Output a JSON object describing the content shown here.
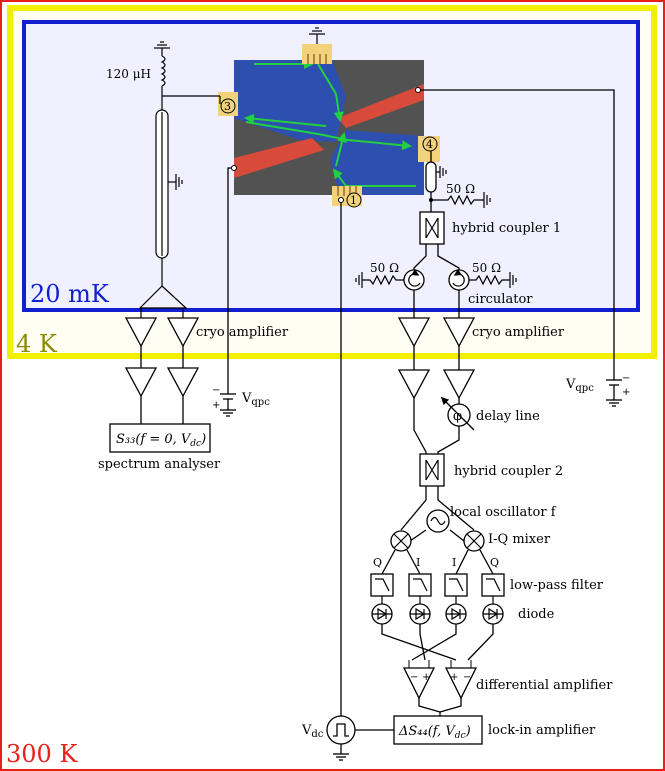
{
  "zones": {
    "mK": "20 mK",
    "fourK": "4 K",
    "room": "300 K"
  },
  "colors": {
    "room_frame": "#e8201a",
    "fourK_frame": "#f2f000",
    "mK_frame": "#1020d0",
    "fourK_text": "#8a8a00",
    "device_blue": "#2d4fb0",
    "gate_red": "#d84a3a",
    "edge_green": "#22d040",
    "pad_yellow": "#f2d27a"
  },
  "labels": {
    "inductor": "120 μH",
    "port1": "1",
    "port3": "3",
    "port4": "4",
    "r50_top": "50 Ω",
    "r50_left": "50 Ω",
    "r50_right": "50 Ω",
    "hybrid1": "hybrid coupler 1",
    "circulator": "circulator",
    "cryo_amp_left": "cryo amplifier",
    "cryo_amp_right": "cryo amplifier",
    "vqpc_left": "V",
    "vqpc_left_sub": "qpc",
    "vqpc_right": "V",
    "vqpc_right_sub": "qpc",
    "spectrum_box": "S₃₃(f = 0, V",
    "spectrum_box_sub": "dc",
    "spectrum_box_end": ")",
    "spectrum": "spectrum analyser",
    "delay": "delay line",
    "hybrid2": "hybrid coupler 2",
    "local_osc": "local oscillator f",
    "iq_mixer": "I-Q mixer",
    "q1": "Q",
    "i1": "I",
    "i2": "I",
    "q2": "Q",
    "lowpass": "low-pass filter",
    "diode": "diode",
    "diff_amp": "differential amplifier",
    "vdc": "V",
    "vdc_sub": "dc",
    "lockin_box": "ΔS₄₄(f, V",
    "lockin_box_sub": "dc",
    "lockin_box_end": ")",
    "lockin": "lock-in amplifier",
    "minus1": "−",
    "plus1": "+",
    "plus2": "+",
    "minus2": "−",
    "bat_minus_l": "−",
    "bat_plus_l": "+",
    "bat_minus_r": "−",
    "bat_plus_r": "+"
  }
}
